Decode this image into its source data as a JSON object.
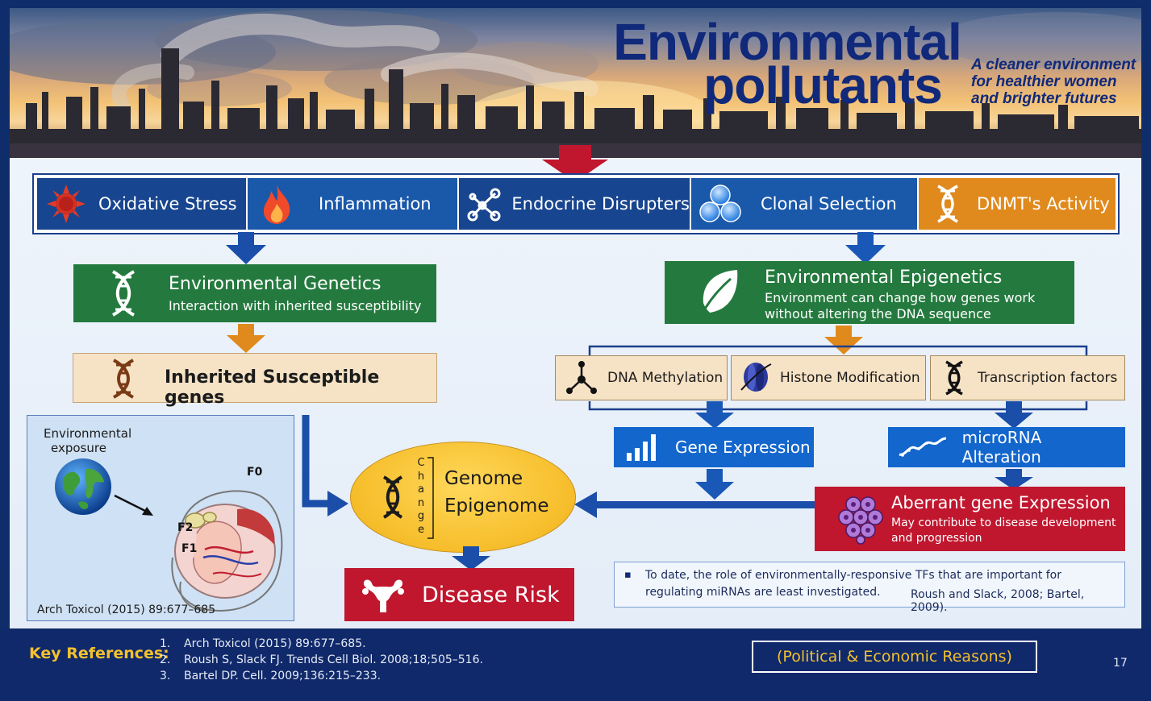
{
  "banner": {
    "title_line1": "Environmental",
    "title_line2": "pollutants",
    "tagline_line1": "A cleaner environment",
    "tagline_line2": "for healthier women",
    "tagline_line3": "and brighter futures"
  },
  "mechanisms": [
    {
      "label": "Oxidative Stress",
      "icon": "sun-burst-icon",
      "color": "#17458f"
    },
    {
      "label": "Inflammation",
      "icon": "flame-icon",
      "color": "#1a58aa"
    },
    {
      "label": "Endocrine Disrupters",
      "icon": "molecule-icon",
      "color": "#17458f"
    },
    {
      "label": "Clonal Selection",
      "icon": "cells-icon",
      "color": "#1a58aa"
    },
    {
      "label": "DNMT's Activity",
      "icon": "dna-icon",
      "color": "#e08a1e"
    }
  ],
  "env_genetics": {
    "title": "Environmental Genetics",
    "subtitle": "Interaction with inherited susceptibility",
    "icon": "dna-icon"
  },
  "inherited": {
    "label": "Inherited Susceptible genes",
    "icon": "dna-icon"
  },
  "env_epigenetics": {
    "title": "Environmental Epigenetics",
    "subtitle_line1": "Environment can change how genes work",
    "subtitle_line2": "without altering the DNA sequence",
    "icon": "leaf-icon"
  },
  "epi_mechanisms": [
    {
      "label": "DNA Methylation",
      "icon": "methyl-group-icon"
    },
    {
      "label": "Histone Modification",
      "icon": "histone-icon"
    },
    {
      "label": "Transcription factors",
      "icon": "dna-icon"
    }
  ],
  "gene_expression": {
    "label": "Gene Expression",
    "icon": "bar-chart-icon"
  },
  "microrna": {
    "label": "microRNA Alteration",
    "icon": "rna-strand-icon"
  },
  "aberrant": {
    "title": "Aberrant gene Expression",
    "subtitle_line1": "May contribute to disease development",
    "subtitle_line2": "and progression",
    "icon": "cell-cluster-icon"
  },
  "genome": {
    "change_letters": [
      "C",
      "h",
      "a",
      "n",
      "g",
      "e"
    ],
    "line1": "Genome",
    "line2": "Epigenome"
  },
  "disease_risk": {
    "label": "Disease Risk",
    "icon": "uterus-icon"
  },
  "exposure_panel": {
    "label_line1": "Environmental",
    "label_line2": "exposure",
    "f0": "F0",
    "f1": "F1",
    "f2": "F2",
    "citation": "Arch Toxicol (2015) 89:677–685"
  },
  "note": {
    "bullet": "▪",
    "line1": "To date, the role of environmentally-responsive TFs that are important for",
    "line2": "regulating miRNAs are least investigated.",
    "citation": "Roush and Slack, 2008; Bartel, 2009)."
  },
  "footer": {
    "references_label": "Key References:",
    "references": [
      {
        "num": "1.",
        "text": "Arch Toxicol (2015) 89:677–685."
      },
      {
        "num": "2.",
        "text": "Roush S, Slack FJ. Trends Cell Biol. 2008;18;505–516."
      },
      {
        "num": "3.",
        "text": "Bartel DP. Cell. 2009;136:215–233."
      }
    ],
    "reasons": "(Political & Economic Reasons)",
    "page_number": "17"
  },
  "colors": {
    "navy": "#10296b",
    "green": "#247a3e",
    "tan": "#f6e2c5",
    "blue": "#1366cc",
    "red": "#c0162e",
    "orange": "#e08a1e",
    "yellow": "#f5c033",
    "arrow_blue": "#1a4ea8"
  }
}
